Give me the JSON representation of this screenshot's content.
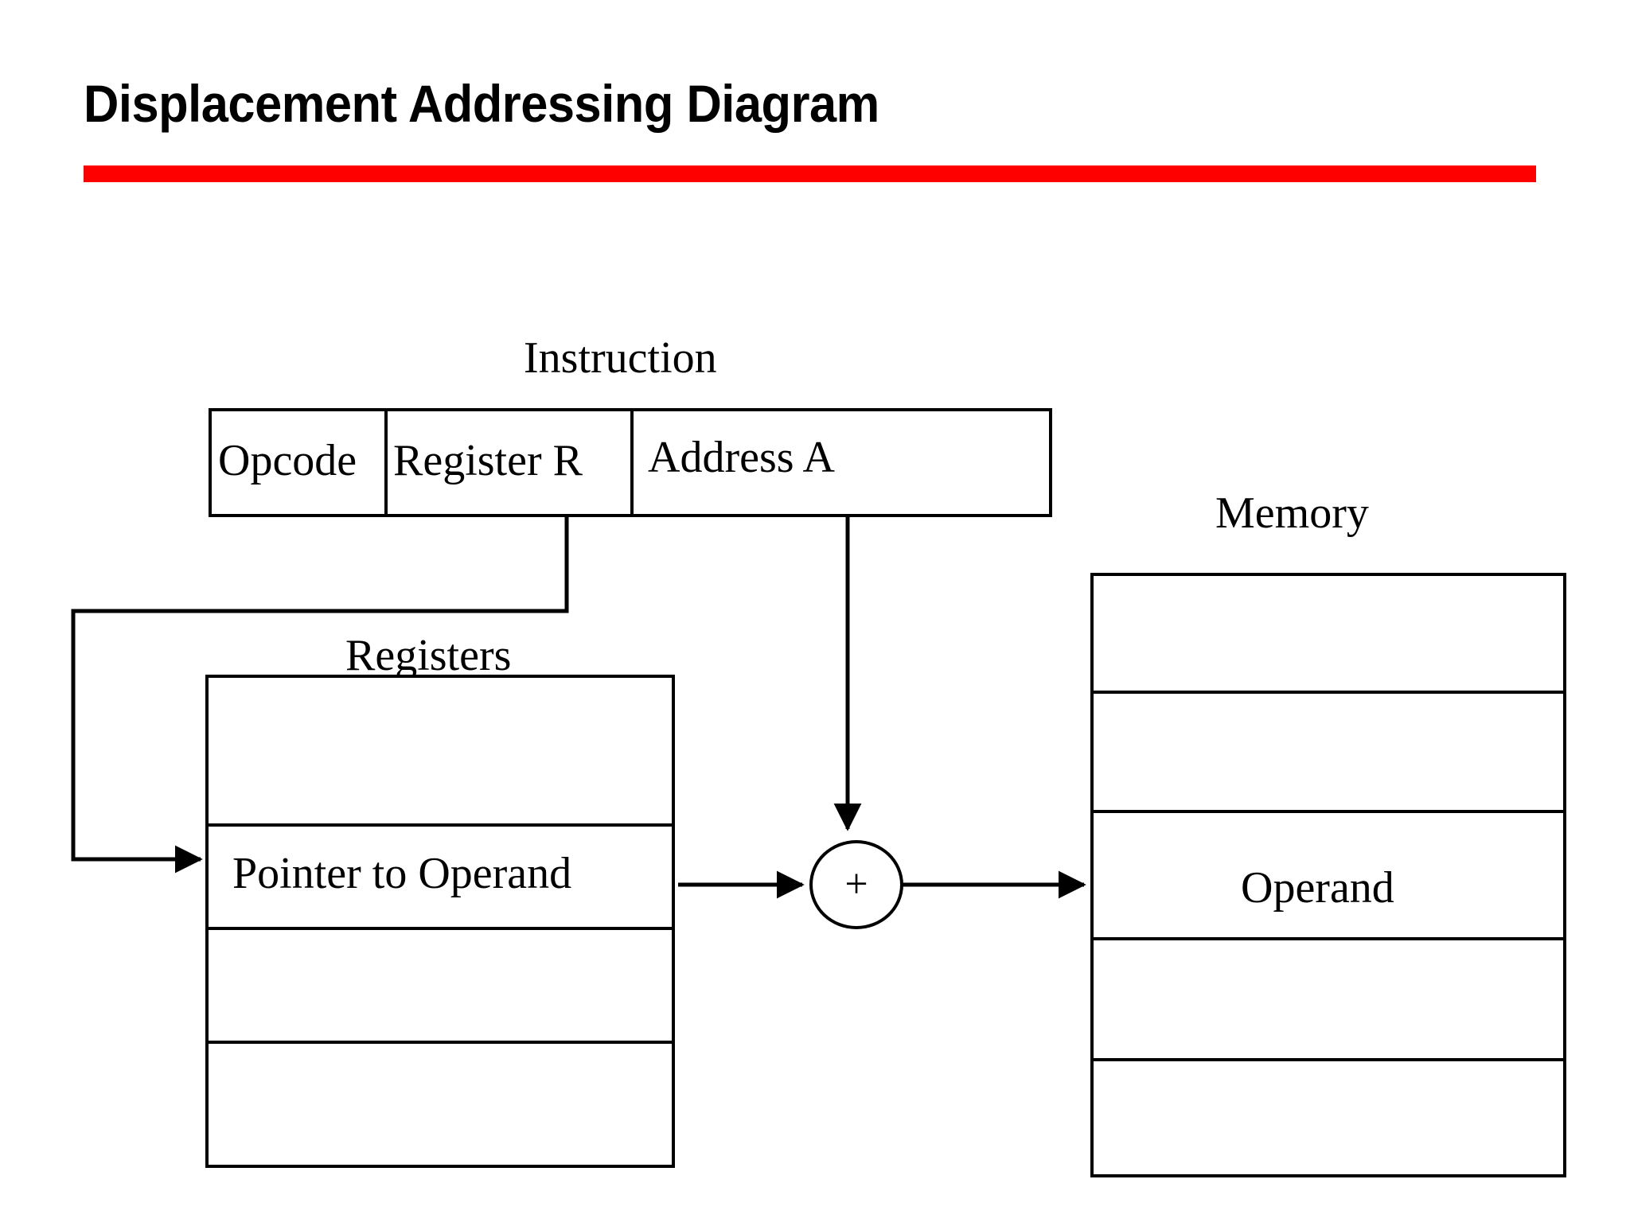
{
  "slide": {
    "title": "Displacement Addressing Diagram",
    "accent_color": "#ff0000",
    "line_color": "#000000",
    "background_color": "#ffffff"
  },
  "diagram": {
    "type": "block-diagram",
    "instruction": {
      "caption": "Instruction",
      "fields": [
        {
          "label": "Opcode"
        },
        {
          "label": "Register R"
        },
        {
          "label": "Address A"
        }
      ]
    },
    "registers": {
      "caption": "Registers",
      "rows": [
        {
          "label": ""
        },
        {
          "label": "Pointer to Operand"
        },
        {
          "label": ""
        },
        {
          "label": ""
        }
      ]
    },
    "memory": {
      "caption": "Memory",
      "rows": [
        {
          "label": ""
        },
        {
          "label": ""
        },
        {
          "label": "Operand"
        },
        {
          "label": ""
        },
        {
          "label": ""
        }
      ]
    },
    "adder": {
      "symbol": "+",
      "name": "adder"
    },
    "connections": [
      {
        "from": "Register R",
        "to": "Pointer to Operand"
      },
      {
        "from": "Address A",
        "to": "adder"
      },
      {
        "from": "Pointer to Operand",
        "to": "adder"
      },
      {
        "from": "adder",
        "to": "Operand"
      }
    ]
  }
}
